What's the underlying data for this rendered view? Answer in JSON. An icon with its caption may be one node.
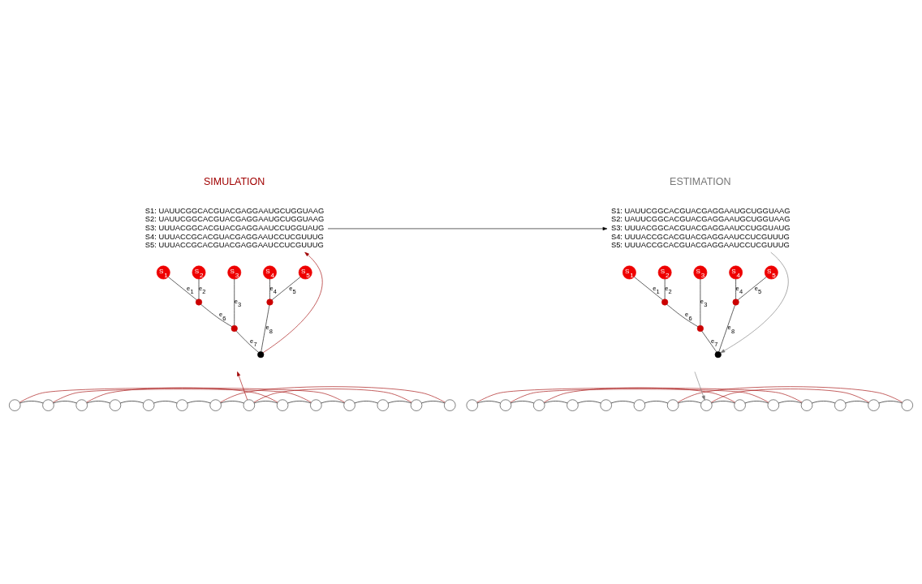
{
  "diagram": {
    "nodes": [
      {
        "text": [
          "S1: UAUUCGGCACGUACGAGGAAUGCUGGUAAG",
          "S2: UAUUCGGCACGUACGAGGAAUGCUGGUAAG",
          "S3: UUUACGGCACGUACGAGGAAUCCUGGUAUG",
          "S4: UUUACCGCACGUACGAGGAAUCCUCGUUUG",
          "S5: UUUACCGCACGUACGAGGAAUCCUCGUUUG"
        ]
      },
      {
        "text": [
          "S1: UAUUCGGCACGUACGAGGAAUGCUGGUAAG",
          "S2: UAUUCGGCACGUACGAGGAAUGCUGGUAAG",
          "S3: UUUACGGCACGUACGAGGAAUCCUGGUAUG",
          "S4: UUUACCGCACGUACGAGGAAUCCUCGUUUG",
          "S5: UUUACCGCACGUACGAGGAAUCCUCGUUUG"
        ]
      },
      {
        "text": [
          "S$_{1}$"
        ]
      },
      {
        "text": [
          "S$_{2}$"
        ]
      },
      {
        "text": [
          "S$_{3}$"
        ]
      },
      {
        "text": [
          "S$_{4}$"
        ]
      },
      {
        "text": [
          "S$_{5}$"
        ]
      },
      {
        "text": [],
        "shape": "circle"
      },
      {
        "text": [],
        "shape": "circle"
      },
      {
        "text": [],
        "shape": "circle"
      },
      {
        "text": [],
        "shape": "circle"
      },
      {
        "text": [
          "S$_{1}$"
        ]
      },
      {
        "text": [
          "S$_{2}$"
        ]
      },
      {
        "text": [
          "S$_{3}$"
        ]
      },
      {
        "text": [
          "S$_{4}$"
        ]
      },
      {
        "text": [
          "S$_{5}$"
        ]
      },
      {
        "text": [],
        "shape": "circle"
      },
      {
        "text": [],
        "shape": "circle"
      },
      {
        "text": [],
        "shape": "circle"
      },
      {
        "text": [],
        "shape": "circle"
      },
      {
        "text": [],
        "shape": "circle"
      },
      {
        "text": [],
        "shape": "circle"
      },
      {
        "text": [],
        "shape": "circle"
      },
      {
        "text": [],
        "shape": "circle"
      },
      {
        "text": [],
        "shape": "circle"
      },
      {
        "text": [],
        "shape": "circle"
      },
      {
        "text": [],
        "shape": "circle"
      },
      {
        "text": [],
        "shape": "circle"
      },
      {
        "text": [],
        "shape": "circle"
      },
      {
        "text": [],
        "shape": "circle"
      },
      {
        "text": [],
        "shape": "circle"
      },
      {
        "text": [],
        "shape": "circle"
      },
      {
        "text": [],
        "shape": "circle"
      },
      {
        "text": [],
        "shape": "circle"
      },
      {
        "text": [],
        "shape": "circle"
      },
      {
        "text": [],
        "shape": "circle"
      },
      {
        "text": [],
        "shape": "circle"
      },
      {
        "text": [],
        "shape": "circle"
      },
      {
        "text": [],
        "shape": "circle"
      },
      {
        "text": [],
        "shape": "circle"
      },
      {
        "text": [],
        "shape": "circle"
      },
      {
        "text": [],
        "shape": "circle"
      },
      {
        "text": [],
        "shape": "circle"
      },
      {
        "text": [],
        "shape": "circle"
      },
      {
        "text": [],
        "shape": "circle"
      },
      {
        "text": [],
        "shape": "circle"
      },
      {
        "text": [],
        "shape": "circle"
      },
      {
        "text": [],
        "shape": "circle"
      }
    ],
    "edges": [
      {
        "from": 0,
        "to": 1,
        "arrow": "to"
      },
      {
        "from": 10,
        "to": 0,
        "arrow": "to",
        "color": "#a00000"
      },
      {
        "from": 27,
        "to": null,
        "arrow": "to",
        "color": "#a00000"
      },
      {
        "from": 1,
        "to": 19,
        "arrow": "to",
        "color": "#777777"
      },
      {
        "from": null,
        "to": 41,
        "arrow": "to",
        "color": "#777777"
      },
      {
        "from": 2,
        "to": 7,
        "arrow": "none",
        "label": "e$_{1}$"
      },
      {
        "from": 3,
        "to": 7,
        "arrow": "none",
        "label": "e$_{2}$"
      },
      {
        "from": 4,
        "to": 8,
        "arrow": "none",
        "label": "e$_{3}$"
      },
      {
        "from": 5,
        "to": 9,
        "arrow": "none",
        "label": "e$_{4}$"
      },
      {
        "from": 6,
        "to": 9,
        "arrow": "none",
        "label": "e$_{5}$"
      },
      {
        "from": 7,
        "to": 8,
        "arrow": "none",
        "label": "e$_{6}$"
      },
      {
        "from": 8,
        "to": 10,
        "arrow": "none",
        "label": "e$_{7}$"
      },
      {
        "from": 9,
        "to": 10,
        "arrow": "none",
        "label": "e$_{8}$"
      },
      {
        "from": 11,
        "to": 16,
        "arrow": "none",
        "label": "e$_{1}$"
      },
      {
        "from": 12,
        "to": 16,
        "arrow": "none",
        "label": "e$_{2}$"
      },
      {
        "from": 13,
        "to": 17,
        "arrow": "none",
        "label": "e$_{3}$"
      },
      {
        "from": 14,
        "to": 18,
        "arrow": "none",
        "label": "e$_{4}$"
      },
      {
        "from": 15,
        "to": 18,
        "arrow": "none",
        "label": "e$_{5}$"
      },
      {
        "from": 16,
        "to": 17,
        "arrow": "none",
        "label": "e$_{6}$"
      },
      {
        "from": 17,
        "to": 19,
        "arrow": "none",
        "label": "e$_{7}$"
      },
      {
        "from": 18,
        "to": 19,
        "arrow": "none",
        "label": "e$_{8}$"
      },
      {
        "from": 20,
        "to": 21,
        "arrow": "none"
      },
      {
        "from": 21,
        "to": 22,
        "arrow": "none"
      },
      {
        "from": 22,
        "to": 23,
        "arrow": "none"
      },
      {
        "from": 23,
        "to": 24,
        "arrow": "none"
      },
      {
        "from": 24,
        "to": 25,
        "arrow": "none"
      },
      {
        "from": 25,
        "to": 26,
        "arrow": "none"
      },
      {
        "from": 26,
        "to": 27,
        "arrow": "none"
      },
      {
        "from": 27,
        "to": 28,
        "arrow": "none"
      },
      {
        "from": 28,
        "to": 29,
        "arrow": "none"
      },
      {
        "from": 29,
        "to": 30,
        "arrow": "none"
      },
      {
        "from": 30,
        "to": 31,
        "arrow": "none"
      },
      {
        "from": 31,
        "to": 32,
        "arrow": "none"
      },
      {
        "from": 32,
        "to": 33,
        "arrow": "none"
      },
      {
        "from": 20,
        "to": 30,
        "arrow": "none",
        "color": "#a00000"
      },
      {
        "from": 21,
        "to": 29,
        "arrow": "none",
        "color": "#a00000"
      },
      {
        "from": 22,
        "to": 28,
        "arrow": "none",
        "color": "#a00000"
      },
      {
        "from": 26,
        "to": 33,
        "arrow": "none",
        "color": "#a00000"
      },
      {
        "from": 27,
        "to": 32,
        "arrow": "none",
        "color": "#a00000"
      },
      {
        "from": 34,
        "to": 35,
        "arrow": "none"
      },
      {
        "from": 35,
        "to": 36,
        "arrow": "none"
      },
      {
        "from": 36,
        "to": 37,
        "arrow": "none"
      },
      {
        "from": 37,
        "to": 38,
        "arrow": "none"
      },
      {
        "from": 38,
        "to": 39,
        "arrow": "none"
      },
      {
        "from": 39,
        "to": 40,
        "arrow": "none"
      },
      {
        "from": 40,
        "to": 41,
        "arrow": "none"
      },
      {
        "from": 41,
        "to": 42,
        "arrow": "none"
      },
      {
        "from": 42,
        "to": 43,
        "arrow": "none"
      },
      {
        "from": 43,
        "to": 44,
        "arrow": "none"
      },
      {
        "from": 44,
        "to": 45,
        "arrow": "none"
      },
      {
        "from": 45,
        "to": 46,
        "arrow": "none"
      },
      {
        "from": 46,
        "to": 47,
        "arrow": "none"
      },
      {
        "from": 34,
        "to": 44,
        "arrow": "none",
        "color": "#a00000"
      },
      {
        "from": 35,
        "to": 43,
        "arrow": "none",
        "color": "#a00000"
      },
      {
        "from": 36,
        "to": 42,
        "arrow": "none",
        "color": "#a00000"
      },
      {
        "from": 40,
        "to": 47,
        "arrow": "none",
        "color": "#a00000"
      },
      {
        "from": 41,
        "to": 46,
        "arrow": "none",
        "color": "#a00000"
      }
    ],
    "labels": [
      "SIMULATION",
      "ESTIMATION"
    ]
  }
}
